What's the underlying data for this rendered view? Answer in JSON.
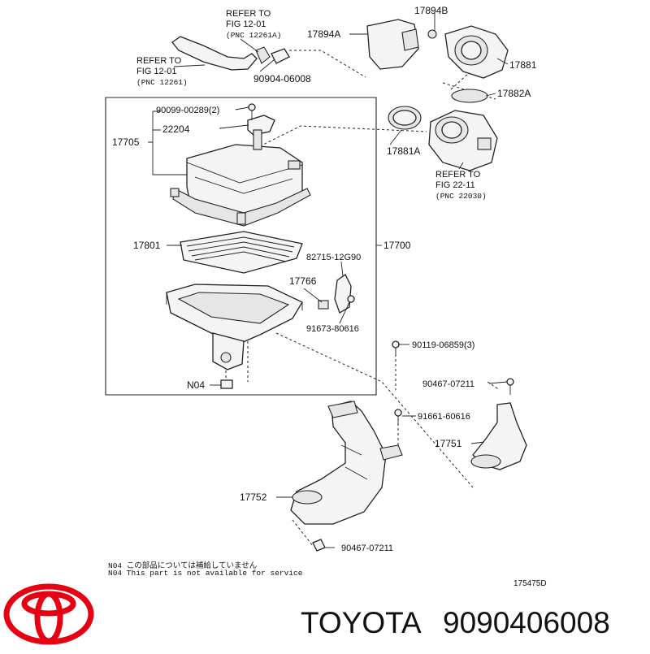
{
  "brand": {
    "name": "TOYOTA",
    "part_number": "9090406008",
    "logo_color": "#e60012"
  },
  "diagram": {
    "code": "175475D",
    "labels": {
      "refer_top_1": "REFER TO",
      "refer_top_2": "FIG 12-01",
      "refer_top_3": "(PNC 12261A)",
      "refer_left_1": "REFER TO",
      "refer_left_2": "FIG 12-01",
      "refer_left_3": "(PNC 12261)",
      "refer_right_1": "REFER TO",
      "refer_right_2": "FIG 22-11",
      "refer_right_3": "(PNC 22030)",
      "p17894B": "17894B",
      "p17894A": "17894A",
      "p17881": "17881",
      "p17882A": "17882A",
      "p17881A": "17881A",
      "p90904": "90904-06008",
      "p90099": "90099-00289(2)",
      "p22204": "22204",
      "p17705": "17705",
      "p17801": "17801",
      "p17700": "17700",
      "p82715": "82715-12G90",
      "p17766": "17766",
      "p91673": "91673-80616",
      "p90119": "90119-06859(3)",
      "pN04": "N04",
      "p90467a": "90467-07211",
      "p91661": "91661-60616",
      "p17751": "17751",
      "p17752": "17752",
      "p90467b": "90467-07211"
    },
    "notes": [
      "N04 この部品については補給していません",
      "N04 This part is not available for service"
    ]
  }
}
